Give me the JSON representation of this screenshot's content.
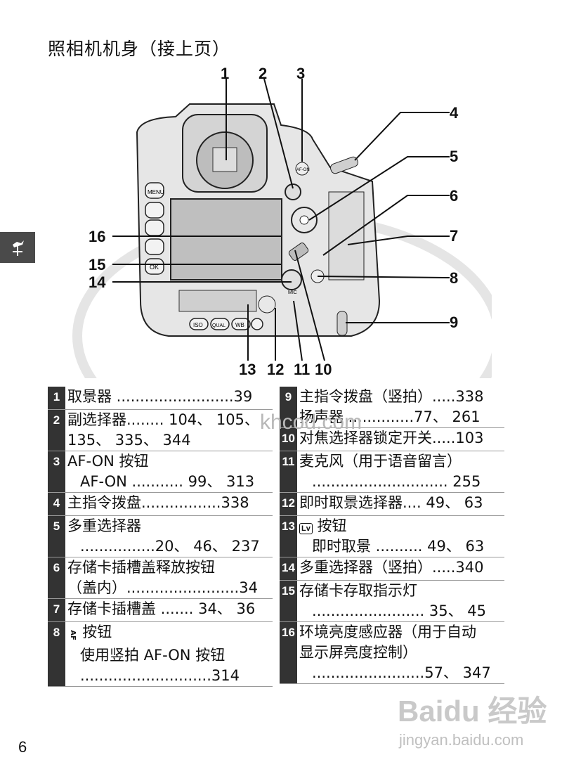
{
  "page": {
    "title": "照相机机身（接上页）",
    "number": "6"
  },
  "callouts": [
    "1",
    "2",
    "3",
    "4",
    "5",
    "6",
    "7",
    "8",
    "9",
    "10",
    "11",
    "12",
    "13",
    "14",
    "15",
    "16"
  ],
  "camera_labels": {
    "menu": "MENU",
    "ok": "OK",
    "iso": "ISO",
    "qual": "QUAL",
    "wb": "WB",
    "af_on": "AF-ON",
    "mic": "MIC"
  },
  "entries_left": [
    {
      "num": "1",
      "lines": [
        "取景器 .........................39"
      ]
    },
    {
      "num": "2",
      "lines": [
        "副选择器........ 104、 105、",
        "135、 335、 344"
      ]
    },
    {
      "num": "3",
      "lines": [
        "AF-ON 按钮",
        "AF-ON ........... 99、 313"
      ]
    },
    {
      "num": "4",
      "lines": [
        "主指令拨盘.................338"
      ]
    },
    {
      "num": "5",
      "lines": [
        "多重选择器",
        "................20、 46、 237"
      ]
    },
    {
      "num": "6",
      "lines": [
        "存储卡插槽盖释放按钮",
        "（盖内）........................34"
      ]
    },
    {
      "num": "7",
      "lines": [
        "存储卡插槽盖 ....... 34、 36"
      ]
    },
    {
      "num": "8",
      "lines": [
        "按钮",
        "使用竖拍 AF-ON 按钮",
        "............................314"
      ]
    }
  ],
  "entries_right": [
    {
      "num": "9",
      "lines": [
        "主指令拨盘（竖拍）.....338",
        "扬声器 ..............77、 261"
      ]
    },
    {
      "num": "10",
      "lines": [
        "对焦选择器锁定开关.....103"
      ]
    },
    {
      "num": "11",
      "lines": [
        "麦克风（用于语音留言）",
        "............................. 255"
      ]
    },
    {
      "num": "12",
      "lines": [
        "即时取景选择器.... 49、 63"
      ]
    },
    {
      "num": "13",
      "lines": [
        "按钮",
        "即时取景 .......... 49、 63"
      ]
    },
    {
      "num": "14",
      "lines": [
        "多重选择器（竖拍）.....340"
      ]
    },
    {
      "num": "15",
      "lines": [
        "存储卡存取指示灯",
        "........................ 35、 45"
      ]
    },
    {
      "num": "16",
      "lines": [
        "环境亮度感应器（用于自动",
        "显示屏亮度控制）",
        "........................57、 347"
      ]
    }
  ],
  "watermarks": {
    "center": "khcod.com",
    "logo": "Baidu 经验",
    "url": "jingyan.baidu.com"
  }
}
